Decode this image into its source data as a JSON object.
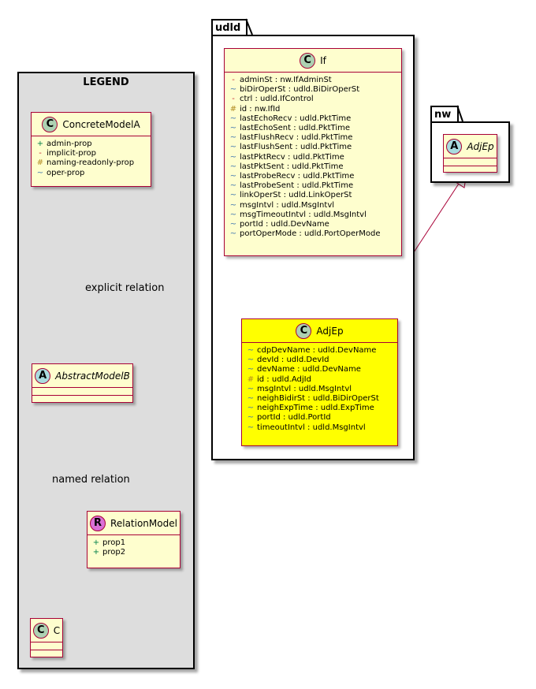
{
  "legend": {
    "title": "LEGEND",
    "concrete": {
      "stereotype": "C",
      "name": "ConcreteModelA",
      "attrs": [
        {
          "vis": "+",
          "text": "admin-prop"
        },
        {
          "vis": "-",
          "text": "implicit-prop"
        },
        {
          "vis": "#",
          "text": "naming-readonly-prop"
        },
        {
          "vis": "~",
          "text": "oper-prop"
        }
      ]
    },
    "abstract": {
      "stereotype": "A",
      "name": "AbstractModelB"
    },
    "relation_model": {
      "stereotype": "R",
      "name": "RelationModel",
      "attrs": [
        {
          "vis": "+",
          "text": "prop1"
        },
        {
          "vis": "+",
          "text": "prop2"
        }
      ]
    },
    "c": {
      "stereotype": "C",
      "name": "C"
    },
    "explicit_label": "explicit relation",
    "named_label": "named relation"
  },
  "udld": {
    "package": "udld",
    "if_class": {
      "stereotype": "C",
      "name": "If",
      "attrs": [
        {
          "vis": "-",
          "text": "adminSt : nw.IfAdminSt"
        },
        {
          "vis": "~",
          "text": "biDirOperSt : udld.BiDirOperSt"
        },
        {
          "vis": "-",
          "text": "ctrl : udld.IfControl"
        },
        {
          "vis": "#",
          "text": "id : nw.IfId"
        },
        {
          "vis": "~",
          "text": "lastEchoRecv : udld.PktTime"
        },
        {
          "vis": "~",
          "text": "lastEchoSent : udld.PktTime"
        },
        {
          "vis": "~",
          "text": "lastFlushRecv : udld.PktTime"
        },
        {
          "vis": "~",
          "text": "lastFlushSent : udld.PktTime"
        },
        {
          "vis": "~",
          "text": "lastPktRecv : udld.PktTime"
        },
        {
          "vis": "~",
          "text": "lastPktSent : udld.PktTime"
        },
        {
          "vis": "~",
          "text": "lastProbeRecv : udld.PktTime"
        },
        {
          "vis": "~",
          "text": "lastProbeSent : udld.PktTime"
        },
        {
          "vis": "~",
          "text": "linkOperSt : udld.LinkOperSt"
        },
        {
          "vis": "~",
          "text": "msgIntvl : udld.MsgIntvl"
        },
        {
          "vis": "~",
          "text": "msgTimeoutIntvl : udld.MsgIntvl"
        },
        {
          "vis": "~",
          "text": "portId : udld.DevName"
        },
        {
          "vis": "~",
          "text": "portOperMode : udld.PortOperMode"
        }
      ]
    },
    "adjep_class": {
      "stereotype": "C",
      "name": "AdjEp",
      "fill": "#ffff00",
      "attrs": [
        {
          "vis": "~",
          "text": "cdpDevName : udld.DevName"
        },
        {
          "vis": "~",
          "text": "devId : udld.DevId"
        },
        {
          "vis": "~",
          "text": "devName : udld.DevName"
        },
        {
          "vis": "#",
          "text": "id : udld.AdjId"
        },
        {
          "vis": "~",
          "text": "msgIntvl : udld.MsgIntvl"
        },
        {
          "vis": "~",
          "text": "neighBidirSt : udld.BiDirOperSt"
        },
        {
          "vis": "~",
          "text": "neighExpTime : udld.ExpTime"
        },
        {
          "vis": "~",
          "text": "portId : udld.PortId"
        },
        {
          "vis": "~",
          "text": "timeoutIntvl : udld.MsgIntvl"
        }
      ]
    }
  },
  "nw": {
    "package": "nw",
    "adjep_abstract": {
      "stereotype": "A",
      "name": "AdjEp"
    }
  },
  "colors": {
    "border": "#a80036",
    "class_fill": "#fefece",
    "highlight_fill": "#ffff00",
    "legend_fill": "#dddddd"
  }
}
